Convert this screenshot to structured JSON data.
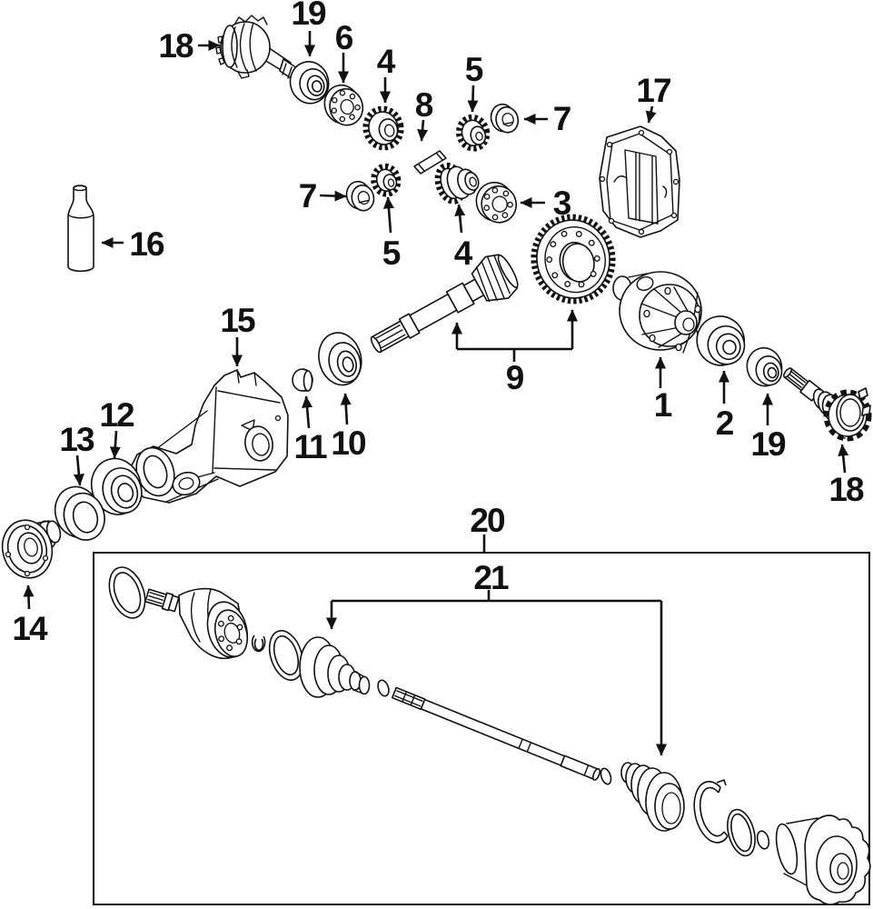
{
  "colors": {
    "line": "#111111",
    "background": "#ffffff"
  },
  "figure_type": "exploded-parts-diagram",
  "callouts": [
    {
      "text": "18"
    },
    {
      "text": "19"
    },
    {
      "text": "6"
    },
    {
      "text": "4"
    },
    {
      "text": "8"
    },
    {
      "text": "5"
    },
    {
      "text": "7"
    },
    {
      "text": "17"
    },
    {
      "text": "7"
    },
    {
      "text": "5"
    },
    {
      "text": "4"
    },
    {
      "text": "3"
    },
    {
      "text": "16"
    },
    {
      "text": "15"
    },
    {
      "text": "9"
    },
    {
      "text": "1"
    },
    {
      "text": "2"
    },
    {
      "text": "19"
    },
    {
      "text": "18"
    },
    {
      "text": "11"
    },
    {
      "text": "10"
    },
    {
      "text": "12"
    },
    {
      "text": "13"
    },
    {
      "text": "14"
    },
    {
      "text": "20"
    },
    {
      "text": "21"
    }
  ]
}
